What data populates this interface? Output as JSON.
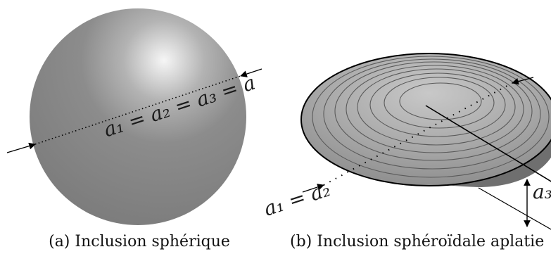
{
  "panel_a": {
    "label": "a₁ = a₂ = a₃ = a",
    "caption": "(a) Inclusion sphérique"
  },
  "panel_b": {
    "label_left": "a₁ = a₂",
    "label_right": "a₃",
    "caption": "(b) Inclusion sphéroïdale aplatie"
  },
  "colors": {
    "body_gray": "#7f7f7f",
    "highlight": "#f2f2f2",
    "ring_stroke": "#5a5a5a",
    "line": "#000000"
  }
}
